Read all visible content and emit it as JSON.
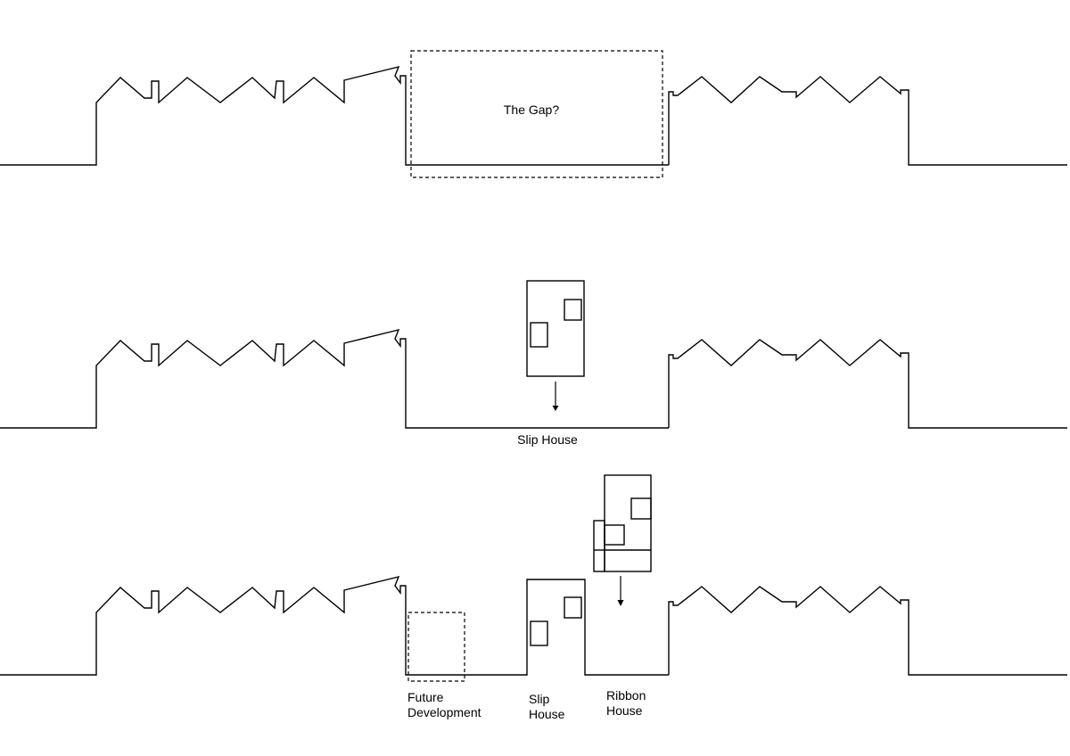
{
  "panels": {
    "top": {
      "gap_label": "The Gap?"
    },
    "middle": {
      "slip_label": "Slip House"
    },
    "bottom": {
      "future_label": [
        "Future",
        "Development"
      ],
      "slip_label": [
        "Slip",
        "House"
      ],
      "ribbon_label": [
        "Ribbon",
        "House"
      ]
    }
  }
}
